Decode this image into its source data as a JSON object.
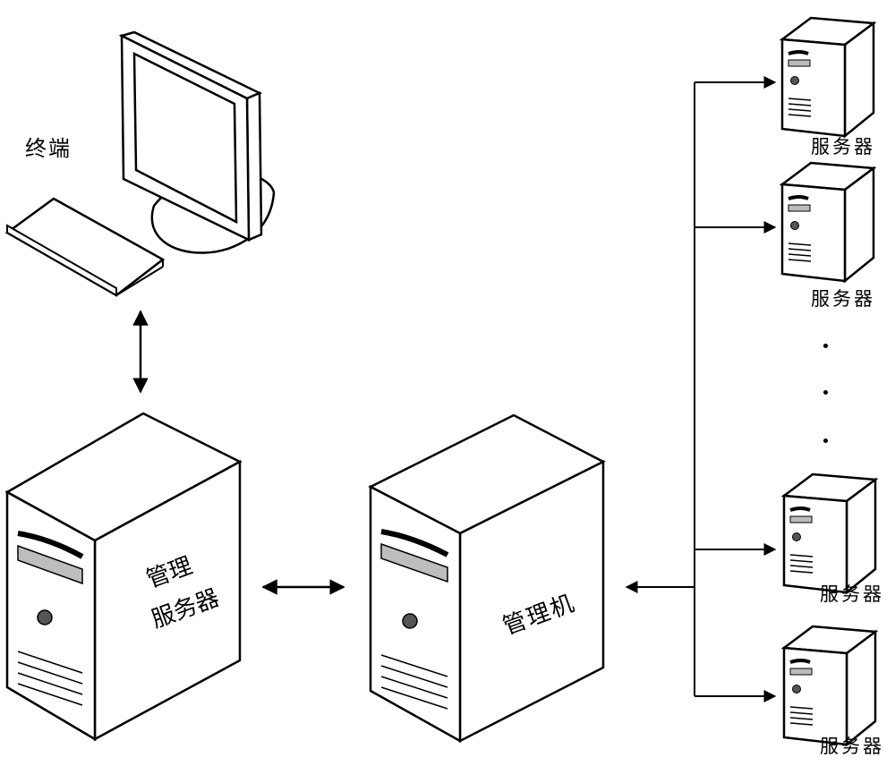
{
  "labels": {
    "terminal": "终端",
    "management_server_line1": "管理",
    "management_server_line2": "服务器",
    "management_machine": "管理机",
    "server": "服务器"
  },
  "servers": [
    {
      "label": "服务器"
    },
    {
      "label": "服务器"
    },
    {
      "label": "服务器"
    },
    {
      "label": "服务器"
    }
  ],
  "ellipsis": "· · ·"
}
